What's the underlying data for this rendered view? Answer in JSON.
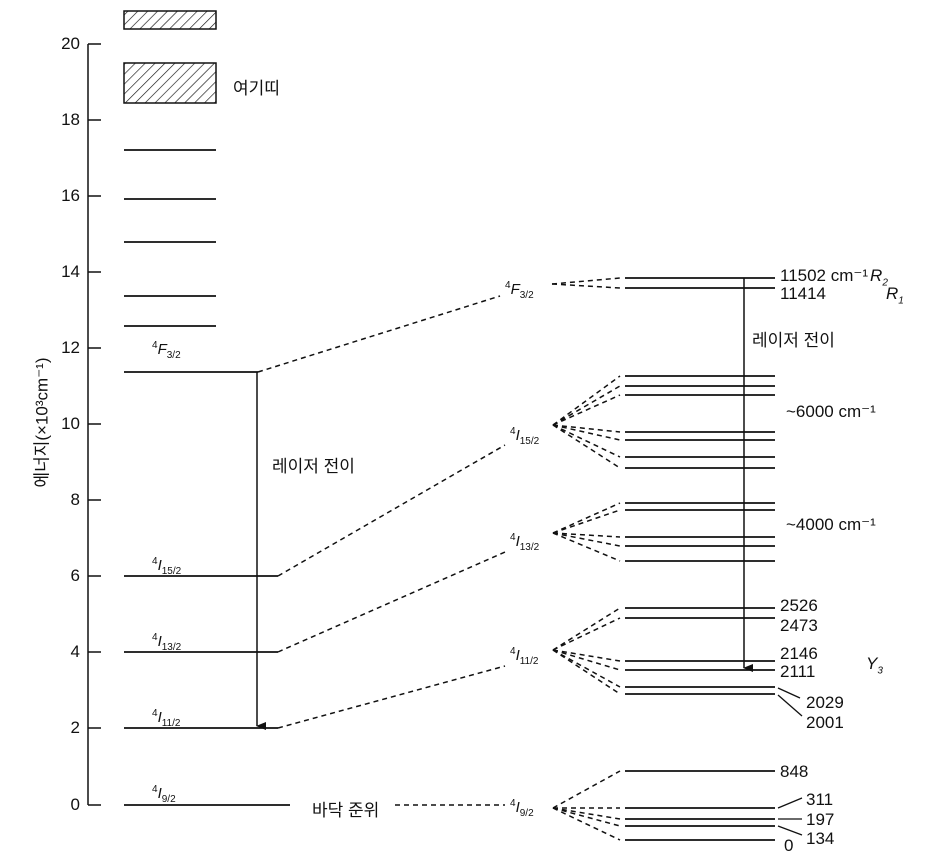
{
  "axis": {
    "label": "에너지(×10³cm⁻¹)",
    "ticks": [
      "20",
      "18",
      "16",
      "14",
      "12",
      "10",
      "8",
      "6",
      "4",
      "2",
      "0"
    ]
  },
  "left": {
    "excitation_band_label": "여기띠",
    "laser_transition_label": "레이저 전이",
    "ground_level_label": "바닥 준위",
    "terms": [
      {
        "sup": "4",
        "sym": "F",
        "sub": "3/2"
      },
      {
        "sup": "4",
        "sym": "I",
        "sub": "15/2"
      },
      {
        "sup": "4",
        "sym": "I",
        "sub": "13/2"
      },
      {
        "sup": "4",
        "sym": "I",
        "sub": "11/2"
      },
      {
        "sup": "4",
        "sym": "I",
        "sub": "9/2"
      }
    ]
  },
  "right": {
    "laser_transition_label": "레이저 전이",
    "labels": {
      "r2": "11502 cm⁻¹",
      "r2_sym": "R",
      "r2_sub": "2",
      "r1": "11414",
      "r1_sym": "R",
      "r1_sub": "1",
      "i15": "~6000 cm⁻¹",
      "i13": "~4000 cm⁻¹",
      "y3_sym": "Y",
      "y3_sub": "3"
    },
    "levels_cm": [
      "2526",
      "2473",
      "2146",
      "2111",
      "2029",
      "2001",
      "848",
      "311",
      "197",
      "134",
      "0"
    ]
  }
}
